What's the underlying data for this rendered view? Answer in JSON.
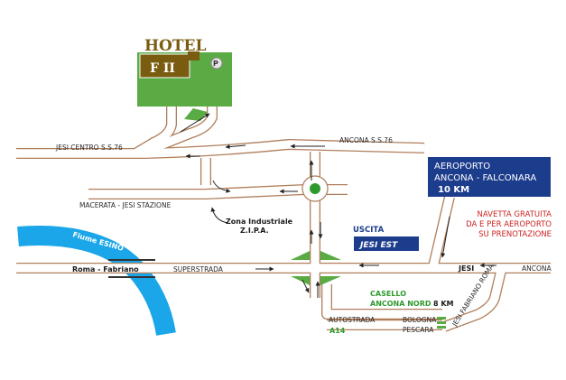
{
  "hotel": {
    "title": "HOTEL",
    "logo": "F II",
    "parking": "P",
    "colors": {
      "title": "#7a5c10",
      "block": "#5aab44",
      "logo_bg": "#7a5c10"
    }
  },
  "roads": {
    "jesi_centro": "JESI CENTRO S.S.76",
    "ancona_ss76": "ANCONA S.S.76",
    "macerata": "MACERATA - JESI STAZIONE",
    "zona_line1": "Zona Industriale",
    "zona_line2": "Z.I.P.A.",
    "roma_fabriano": "Roma - Fabriano",
    "superstrada": "SUPERSTRADA",
    "jesi": "JESI",
    "ancona": "ANCONA",
    "jesi_fabriano_roma": "JESI FABRIANO ROMA",
    "autostrada": "AUTOSTRADA",
    "a14": "A14",
    "bologna": "BOLOGNA",
    "pescara": "PESCARA"
  },
  "river": {
    "label": "Fiume ESINO",
    "color": "#1aa6e8"
  },
  "exit": {
    "heading": "USCITA",
    "sign": "JESI EST"
  },
  "airport": {
    "line1": "AEROPORTO",
    "line2": "ANCONA - FALCONARA",
    "line3": "10 KM",
    "color": "#1c3c8c"
  },
  "shuttle": {
    "line1": "NAVETTA GRATUITA",
    "line2": "DA E PER AEROPORTO",
    "line3": "SU PRENOTAZIONE"
  },
  "tollbooth": {
    "line1": "CASELLO",
    "line2": "ANCONA NORD",
    "distance": "8 KM"
  },
  "colors": {
    "road_fill": "#ffffff",
    "road_edge": "#b07e5a",
    "arrow": "#222222",
    "green": "#5aab44"
  }
}
